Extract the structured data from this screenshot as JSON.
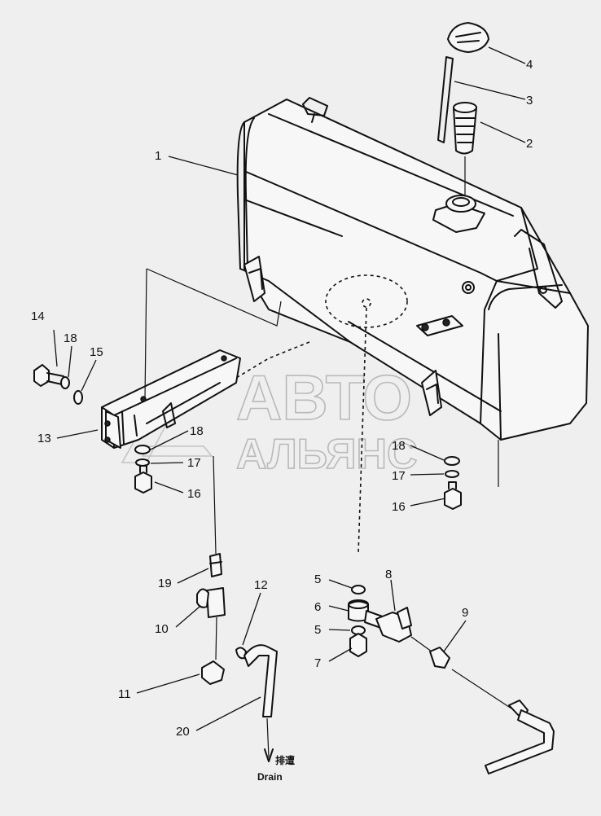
{
  "labels": [
    {
      "id": "1",
      "text": "1"
    },
    {
      "id": "2",
      "text": "2"
    },
    {
      "id": "3",
      "text": "3"
    },
    {
      "id": "4",
      "text": "4"
    },
    {
      "id": "5a",
      "text": "5"
    },
    {
      "id": "5b",
      "text": "5"
    },
    {
      "id": "6",
      "text": "6"
    },
    {
      "id": "7",
      "text": "7"
    },
    {
      "id": "8",
      "text": "8"
    },
    {
      "id": "9",
      "text": "9"
    },
    {
      "id": "10",
      "text": "10"
    },
    {
      "id": "11",
      "text": "11"
    },
    {
      "id": "12",
      "text": "12"
    },
    {
      "id": "13",
      "text": "13"
    },
    {
      "id": "14",
      "text": "14"
    },
    {
      "id": "15",
      "text": "15"
    },
    {
      "id": "16a",
      "text": "16"
    },
    {
      "id": "16b",
      "text": "16"
    },
    {
      "id": "17a",
      "text": "17"
    },
    {
      "id": "17b",
      "text": "17"
    },
    {
      "id": "18a",
      "text": "18"
    },
    {
      "id": "18b",
      "text": "18"
    },
    {
      "id": "18c",
      "text": "18"
    },
    {
      "id": "19",
      "text": "19"
    },
    {
      "id": "20",
      "text": "20"
    }
  ],
  "drain": {
    "label_cn": "排遭",
    "label_en": "Drain"
  },
  "watermark": {
    "line1": "АВТО",
    "line2": "АЛЬЯНС"
  }
}
